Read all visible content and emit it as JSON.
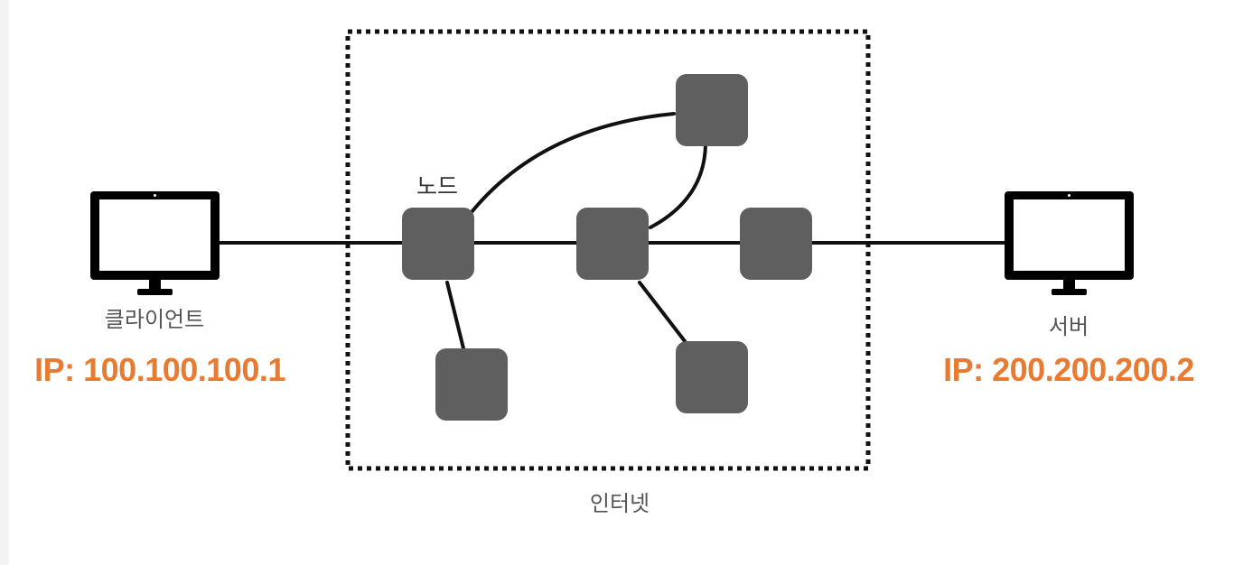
{
  "client": {
    "label": "클라이언트",
    "ip": "IP: 100.100.100.1",
    "icon": "monitor-icon"
  },
  "server": {
    "label": "서버",
    "ip": "IP: 200.200.200.2",
    "icon": "monitor-icon"
  },
  "internet": {
    "label": "인터넷",
    "node_label": "노드"
  },
  "colors": {
    "ip_text": "#e87b2f",
    "node_fill": "#5f5f5f",
    "line": "#111111"
  }
}
